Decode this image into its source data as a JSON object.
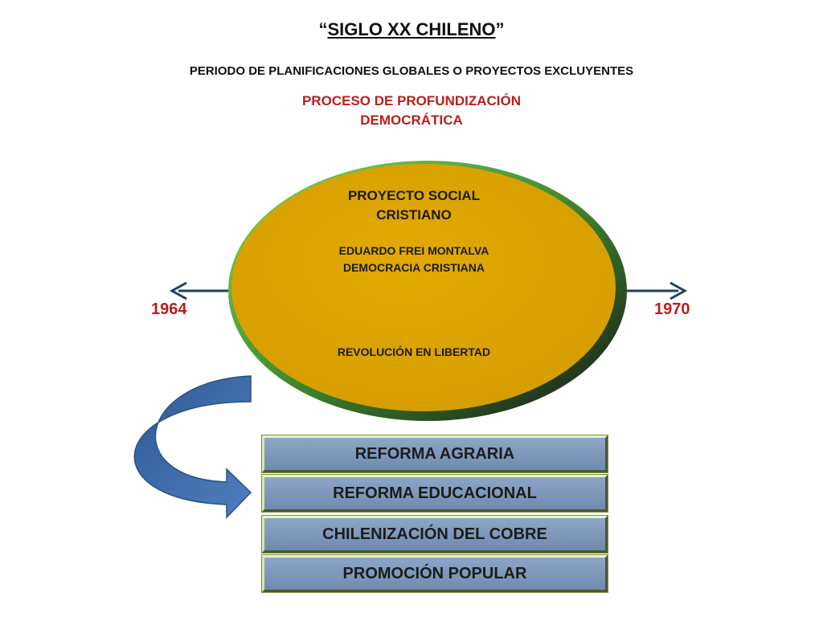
{
  "header": {
    "title_open_quote": "“",
    "title_text": "SIGLO XX CHILENO",
    "title_close_quote": "”",
    "subtitle": "PERIODO DE PLANIFICACIONES GLOBALES O PROYECTOS EXCLUYENTES",
    "process_line1": "PROCESO DE PROFUNDIZACIÓN",
    "process_line2": "DEMOCRÁTICA"
  },
  "timeline": {
    "start_year": "1964",
    "end_year": "1970"
  },
  "project": {
    "title_line1": "PROYECTO SOCIAL",
    "title_line2": "CRISTIANO",
    "leader_line1": "EDUARDO FREI MONTALVA",
    "leader_line2": "DEMOCRACIA CRISTIANA",
    "slogan": "REVOLUCIÓN EN LIBERTAD"
  },
  "reforms": [
    "REFORMA AGRARIA",
    "REFORMA EDUCACIONAL",
    "CHILENIZACIÓN DEL COBRE",
    "PROMOCIÓN POPULAR"
  ],
  "colors": {
    "accent_red": "#b81e1e",
    "ellipse_fill": "#dba300",
    "box_fill": "#7f98bb",
    "arrow_blue": "#3f6aa8",
    "timeline_navy": "#1f3f66"
  }
}
